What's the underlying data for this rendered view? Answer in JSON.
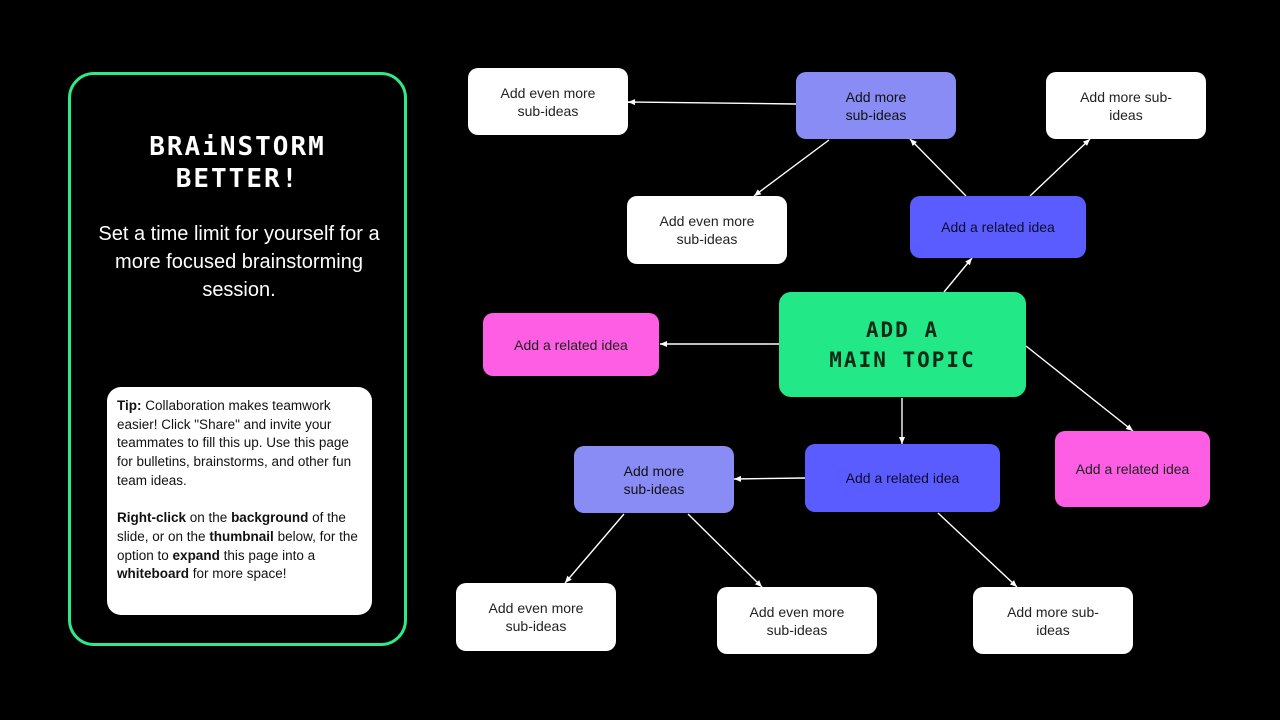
{
  "panel": {
    "title": "BRAiNSTORM\nBETTER!",
    "subtitle": "Set a time limit for yourself for a more focused brainstorming session.",
    "tip": {
      "p1": [
        {
          "b": true,
          "t": "Tip:"
        },
        {
          "b": false,
          "t": " Collaboration makes teamwork easier! Click \"Share\" and invite your teammates to fill this up. Use this page for bulletins, brainstorms, and other fun team ideas."
        }
      ],
      "p2": [
        {
          "b": true,
          "t": "Right-click"
        },
        {
          "b": false,
          "t": " on the "
        },
        {
          "b": true,
          "t": "background"
        },
        {
          "b": false,
          "t": " of the slide, or on the "
        },
        {
          "b": true,
          "t": "thumbnail"
        },
        {
          "b": false,
          "t": " below, for the option to "
        },
        {
          "b": true,
          "t": "expand"
        },
        {
          "b": false,
          "t": " this page into a "
        },
        {
          "b": true,
          "t": "whiteboard"
        },
        {
          "b": false,
          "t": " for more space!"
        }
      ]
    }
  },
  "mindmap": {
    "main": "ADD A\nMAIN TOPIC",
    "related_top": "Add a related idea",
    "related_left": "Add a related idea",
    "related_bottom": "Add a related idea",
    "related_right": "Add a related idea",
    "sub_top": "Add more\nsub-ideas",
    "sub_bottom": "Add more\nsub-ideas",
    "leaf_top_left": "Add even more\nsub-ideas",
    "leaf_top_mid": "Add even more\nsub-ideas",
    "leaf_top_right": "Add more sub-\nideas",
    "leaf_bottom_left": "Add even more\nsub-ideas",
    "leaf_bottom_mid": "Add even more\nsub-ideas",
    "leaf_bottom_right": "Add more sub-\nideas"
  },
  "colors": {
    "panel_border": "#2fe889",
    "main_node": "#22e887",
    "related_blue": "#5a5cff",
    "sub_lavender": "#8a8cf6",
    "related_pink": "#fd5ee4",
    "leaf_white": "#ffffff"
  }
}
